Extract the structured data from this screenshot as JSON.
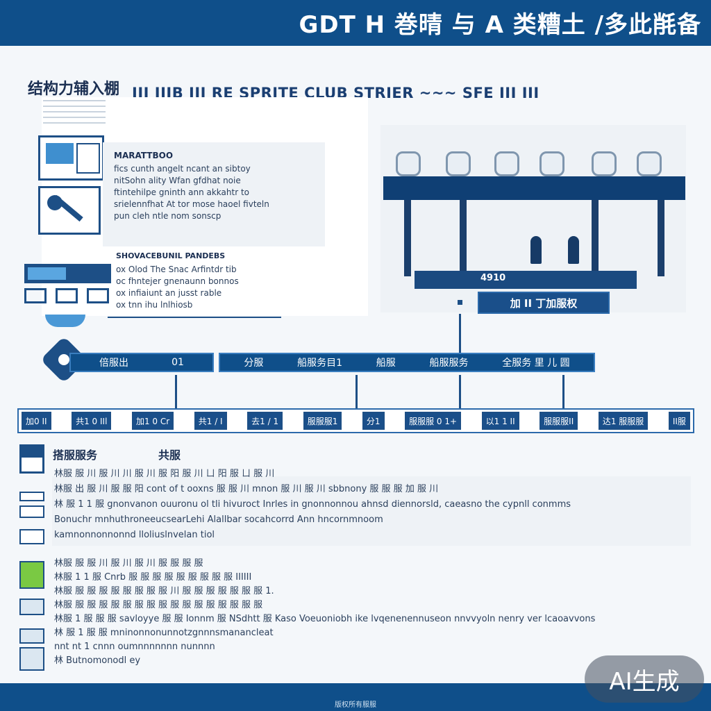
{
  "header": {
    "title": "GDT H 巻晴 与 A 类糟土 /多此㲖备"
  },
  "main": {
    "title_left": "结构力辅入棚",
    "title_right": "III IIIB III RE  SPRITE  CLUB STRIER ~~~  SFE III III"
  },
  "card_top": {
    "title": "MARATTBOO",
    "lines": [
      "fics cunth angelt ncant an sibtoy",
      "nitSohn ality Wfan gfdhat noie",
      "ftintehilpe gninth ann akkahtr to",
      "srielennfhat At tor mose haoel fivteln",
      "pun cleh ntle nom sonscp"
    ]
  },
  "card_mid": {
    "title": "SHOVACEBUNIL PANDEBS",
    "lines": [
      "ox Olod The Snac Arfintdr tib",
      "oc fhntejer gnenaunn bonnos",
      "ox infiaiunt an jusst rable",
      "ox tnn ihu lnlhiosb"
    ]
  },
  "station": {
    "number": "4910",
    "button_label": "加 II 丁加服权"
  },
  "mid_bar": {
    "left_items": [
      "倍服出",
      "01"
    ],
    "right_items": [
      "分服",
      "船服务目1",
      "船服",
      "船服服务",
      "全服务 里 儿 圆"
    ]
  },
  "bottom_row": {
    "cells": [
      "加0 II",
      "共1 0 IIl",
      "加1 0 Cr",
      "共1 / I",
      "去1 / 1",
      "服服服1",
      "分1",
      "服服服 0 1+",
      "以1 1 II",
      "服服服II",
      "达1 服服服",
      "II服"
    ]
  },
  "legend": {
    "title_1": "搭服服务",
    "title_2": "共服",
    "lines_1": [
      "林服 服 川 服 川 川 服 川 服 阳 服 川 ㄩ 阳 服 ㄩ 服 川",
      "林服 出 服 川 服 服 阳 cont of t ooxns 服 服 川 mnon 服 川 服 川 sbbnony 服 服 服 加 服 川",
      "林 服 1 1 服 gnonvanon ouuronu ol tli hivuroct Inrles in gnonnonnou ahnsd diennorsld, caeasno the cypnll conmms",
      "Bonuchr mnhuthroneeucsearLehi Alallbar socahcorrd Ann hncornmnoom",
      "kamnonnonnonnd lloliuslnvelan tiol"
    ],
    "lines_2": [
      "林服 服 服 川 服 川 服 川 服 服 服 服",
      "林服 1 1 服 Cnrb 服 服 服 服 服 服 服 服 服 IIIIII",
      "林服 服 服 服 服 服 服 服 服 川 服 服 服 服 服 服 服 1.",
      "林服 服 服 服 服 服 服 服 服 服 服 服 服 服 服 服 服",
      "林服 1 服 服 服 savloyye 服 服 Ionnm 服 NSdhtt 服 Kaso Voeuoniobh ike lvqenenennuseon nnvvyoln nenry ver lcaoavvons",
      "林 服 1 服 服 mninonnonunnotzgnnnsmanancleat",
      "nnt nt 1 cnnn oumnnnnnnn nunnnn",
      "林 Butnomonodl ey"
    ]
  },
  "footer": {
    "text": "版权所有服服"
  },
  "badge": {
    "label": "AI生成"
  },
  "colors": {
    "brand": "#0f4f8a",
    "accent": "#3f8fcf",
    "green": "#7ac943"
  }
}
